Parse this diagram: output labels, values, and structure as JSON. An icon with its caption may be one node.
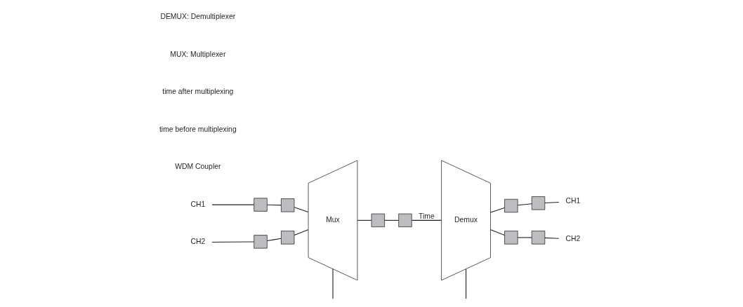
{
  "diagram": {
    "nodes": [
      {
        "text": [
          "CH1"
        ]
      },
      {
        "text": [],
        "shape": "box"
      },
      {
        "text": [],
        "shape": "box"
      },
      {
        "text": [
          "Mux"
        ]
      },
      {
        "text": [],
        "shape": "box"
      },
      {
        "text": [],
        "shape": "box"
      },
      {
        "text": [
          "Demux"
        ]
      },
      {
        "text": [],
        "shape": "box"
      },
      {
        "text": [],
        "shape": "box"
      },
      {
        "text": [
          "CH1"
        ]
      },
      {
        "text": [
          "CH2"
        ]
      },
      {
        "text": [],
        "shape": "box"
      },
      {
        "text": [],
        "shape": "box"
      },
      {
        "text": [],
        "shape": "box"
      },
      {
        "text": [],
        "shape": "box"
      },
      {
        "text": [
          "CH2"
        ]
      }
    ],
    "edges": [
      {
        "from": 0,
        "to": 1,
        "arrow": "none"
      },
      {
        "from": 1,
        "to": 2,
        "arrow": "none"
      },
      {
        "from": 2,
        "to": 3,
        "arrow": "none"
      },
      {
        "from": 10,
        "to": 11,
        "arrow": "none"
      },
      {
        "from": 11,
        "to": 12,
        "arrow": "none"
      },
      {
        "from": 12,
        "to": 3,
        "arrow": "none"
      },
      {
        "from": 3,
        "to": 4,
        "arrow": "none"
      },
      {
        "from": 4,
        "to": 5,
        "arrow": "none"
      },
      {
        "from": 5,
        "to": 6,
        "label": "Time",
        "arrow": "none"
      },
      {
        "from": 6,
        "to": 7,
        "arrow": "none"
      },
      {
        "from": 7,
        "to": 8,
        "arrow": "none"
      },
      {
        "from": 8,
        "to": 9,
        "arrow": "none"
      },
      {
        "from": 6,
        "to": 13,
        "arrow": "none"
      },
      {
        "from": 13,
        "to": 14,
        "arrow": "none"
      },
      {
        "from": 14,
        "to": 15,
        "arrow": "none"
      },
      {
        "from": 3,
        "to": null,
        "arrow": "none"
      },
      {
        "from": 6,
        "to": null,
        "arrow": "none"
      }
    ],
    "labels": [
      "WDM Coupler",
      "time before multiplexing",
      "time after multiplexing",
      "MUX: Multiplexer",
      "DEMUX: Demultiplexer"
    ]
  }
}
